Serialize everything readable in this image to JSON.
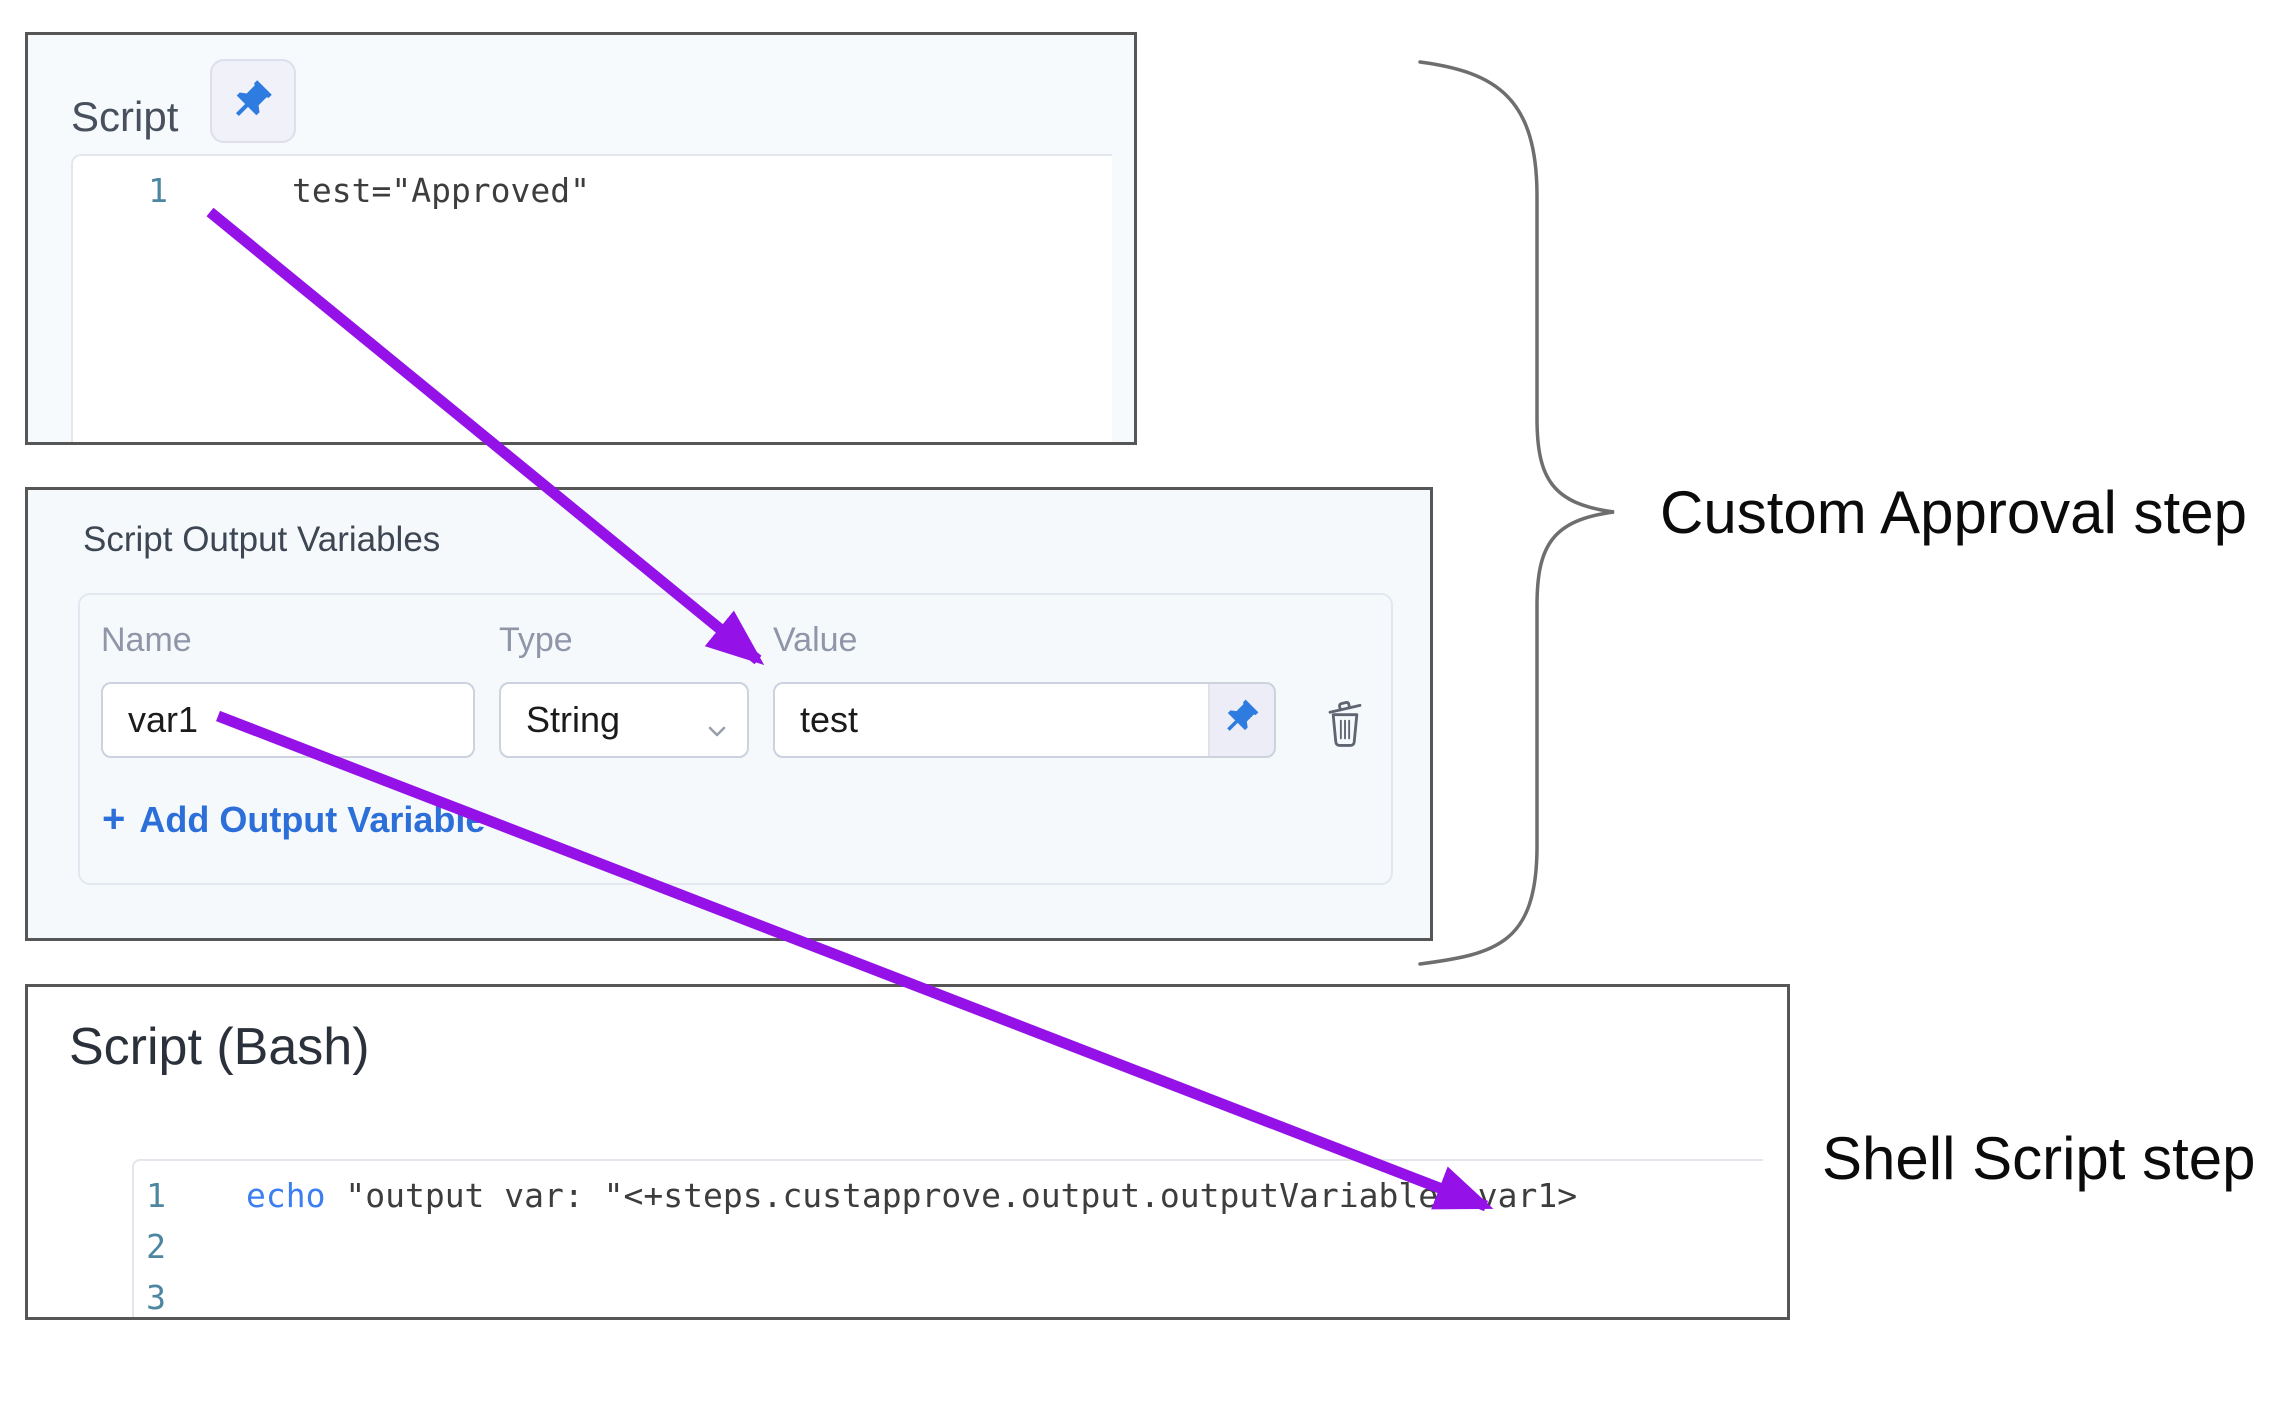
{
  "script_panel": {
    "title": "Script",
    "lines": [
      {
        "num": "1",
        "code": "test=\"Approved\""
      }
    ]
  },
  "sov_panel": {
    "title": "Script Output Variables",
    "labels": {
      "name": "Name",
      "type": "Type",
      "value": "Value"
    },
    "row": {
      "name": "var1",
      "type": "String",
      "value": "test"
    },
    "add_label": "Add Output Variable",
    "add_plus": "+"
  },
  "bash_panel": {
    "title": "Script (Bash)",
    "lines": [
      {
        "num": "1",
        "keyword": "echo",
        "rest": " \"output var: \"<+steps.custapprove.output.outputVariables.var1>"
      },
      {
        "num": "2"
      },
      {
        "num": "3"
      }
    ]
  },
  "annotations": {
    "custom_approval": "Custom Approval step",
    "shell_script": "Shell Script step"
  },
  "colors": {
    "arrow_purple": "#9412e7",
    "pin_blue": "#2e7ce0",
    "panel_border": "#565656",
    "brace_gray": "#6e6e6e",
    "line_number_teal": "#4d86a0",
    "keyword_blue": "#3d7ef0",
    "add_link_blue": "#2d6fd9"
  }
}
